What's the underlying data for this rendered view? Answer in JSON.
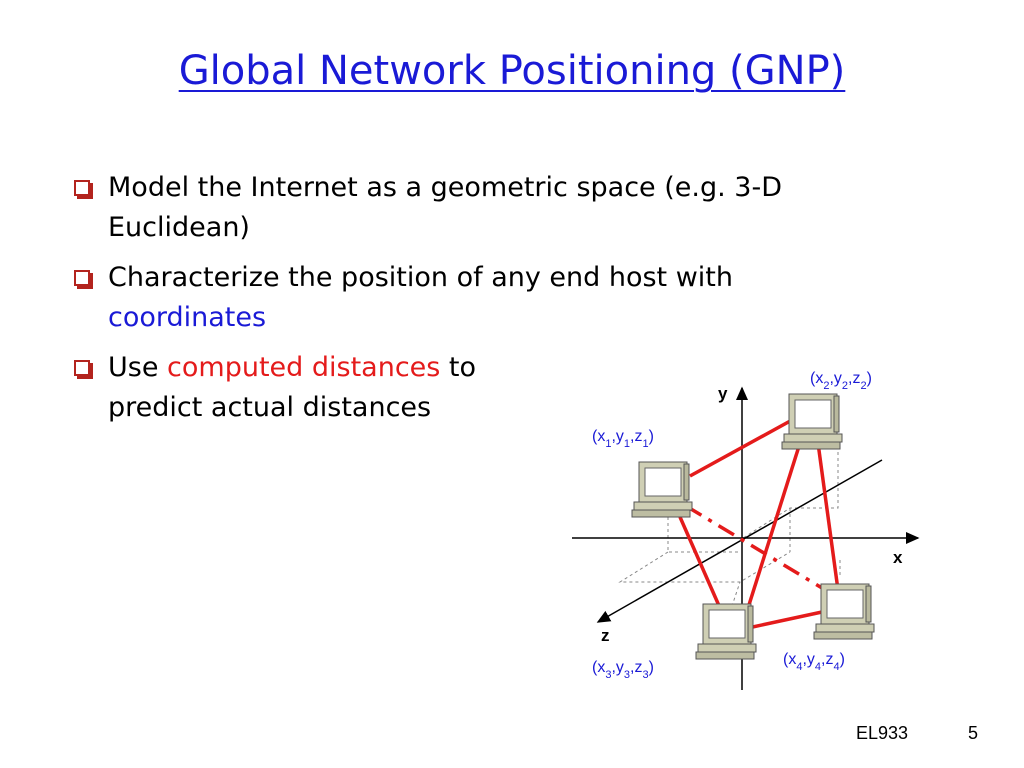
{
  "slide": {
    "title": "Global Network Positioning (GNP)",
    "bullets": [
      {
        "line1": "Model the Internet as a geometric space (e.g. 3-D",
        "line2": "Euclidean)"
      },
      {
        "line1": "Characterize the position of any end host with",
        "line2": "coordinates"
      },
      {
        "pre": "Use ",
        "highlight": "computed distances",
        "post": " to",
        "line2": "predict actual distances"
      }
    ]
  },
  "diagram": {
    "axes": {
      "x": "x",
      "y": "y",
      "z": "z"
    },
    "hosts": [
      {
        "sym": [
          "x",
          "1",
          "y",
          "1",
          "z",
          "1"
        ]
      },
      {
        "sym": [
          "x",
          "2",
          "y",
          "2",
          "z",
          "2"
        ]
      },
      {
        "sym": [
          "x",
          "3",
          "y",
          "3",
          "z",
          "3"
        ]
      },
      {
        "sym": [
          "x",
          "4",
          "y",
          "4",
          "z",
          "4"
        ]
      }
    ]
  },
  "footer": {
    "course": "EL933",
    "page": "5"
  },
  "colors": {
    "title": "#1a1ad6",
    "highlight": "#e41b1b",
    "link": "#e41b1b",
    "bullet_box": "#b3241e"
  }
}
